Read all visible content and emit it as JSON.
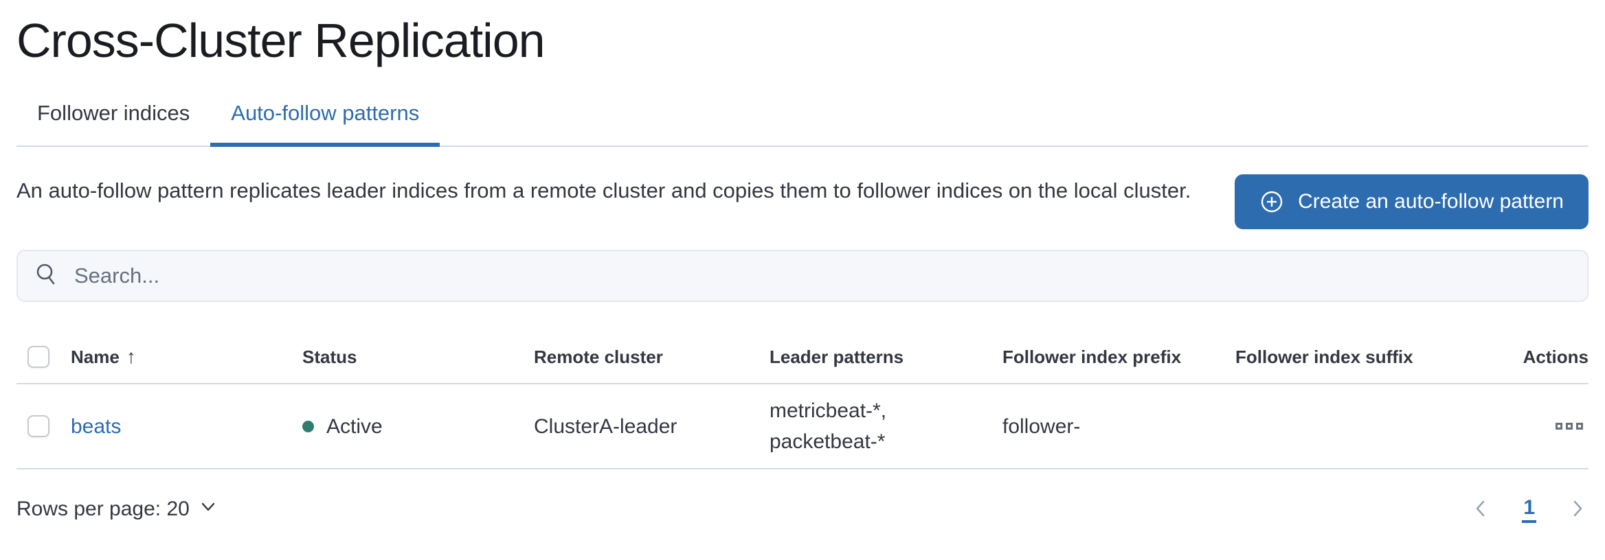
{
  "page": {
    "title": "Cross-Cluster Replication"
  },
  "tabs": [
    {
      "label": "Follower indices",
      "active": false
    },
    {
      "label": "Auto-follow patterns",
      "active": true
    }
  ],
  "description": "An auto-follow pattern replicates leader indices from a remote cluster and copies them to follower indices on the local cluster.",
  "create_button": {
    "label": "Create an auto-follow pattern",
    "icon": "plus-in-circle-icon"
  },
  "search": {
    "placeholder": "Search...",
    "value": "",
    "icon": "search-icon"
  },
  "table": {
    "columns": [
      "Name",
      "Status",
      "Remote cluster",
      "Leader patterns",
      "Follower index prefix",
      "Follower index suffix",
      "Actions"
    ],
    "sort": {
      "column": "Name",
      "direction": "ascending",
      "arrow": "↑"
    },
    "rows": [
      {
        "name": "beats",
        "status": "Active",
        "remote_cluster": "ClusterA-leader",
        "leader_patterns": "metricbeat-*, packetbeat-*",
        "follower_index_prefix": "follower-",
        "follower_index_suffix": ""
      }
    ]
  },
  "footer": {
    "rows_per_page_label": "Rows per page: 20",
    "current_page": "1"
  },
  "icons": {
    "create": "plus-in-circle-icon",
    "search": "search-icon",
    "sort": "arrow-up-icon",
    "rows_per_page": "chevron-down-icon",
    "previous_page": "chevron-left-icon",
    "next_page": "chevron-right-icon",
    "row_actions": "boxes-horizontal-icon"
  },
  "colors": {
    "primary": "#2b6cb5",
    "button_fill": "#2e6cb0",
    "link": "#2b6cb5",
    "success": "#2e7d6e",
    "text": "#343741",
    "title_text": "#1a1c21",
    "muted_text": "#69707d",
    "border": "#d3dae6",
    "search_bg": "#f5f7fa",
    "pagination_disabled": "#98a2b3"
  }
}
